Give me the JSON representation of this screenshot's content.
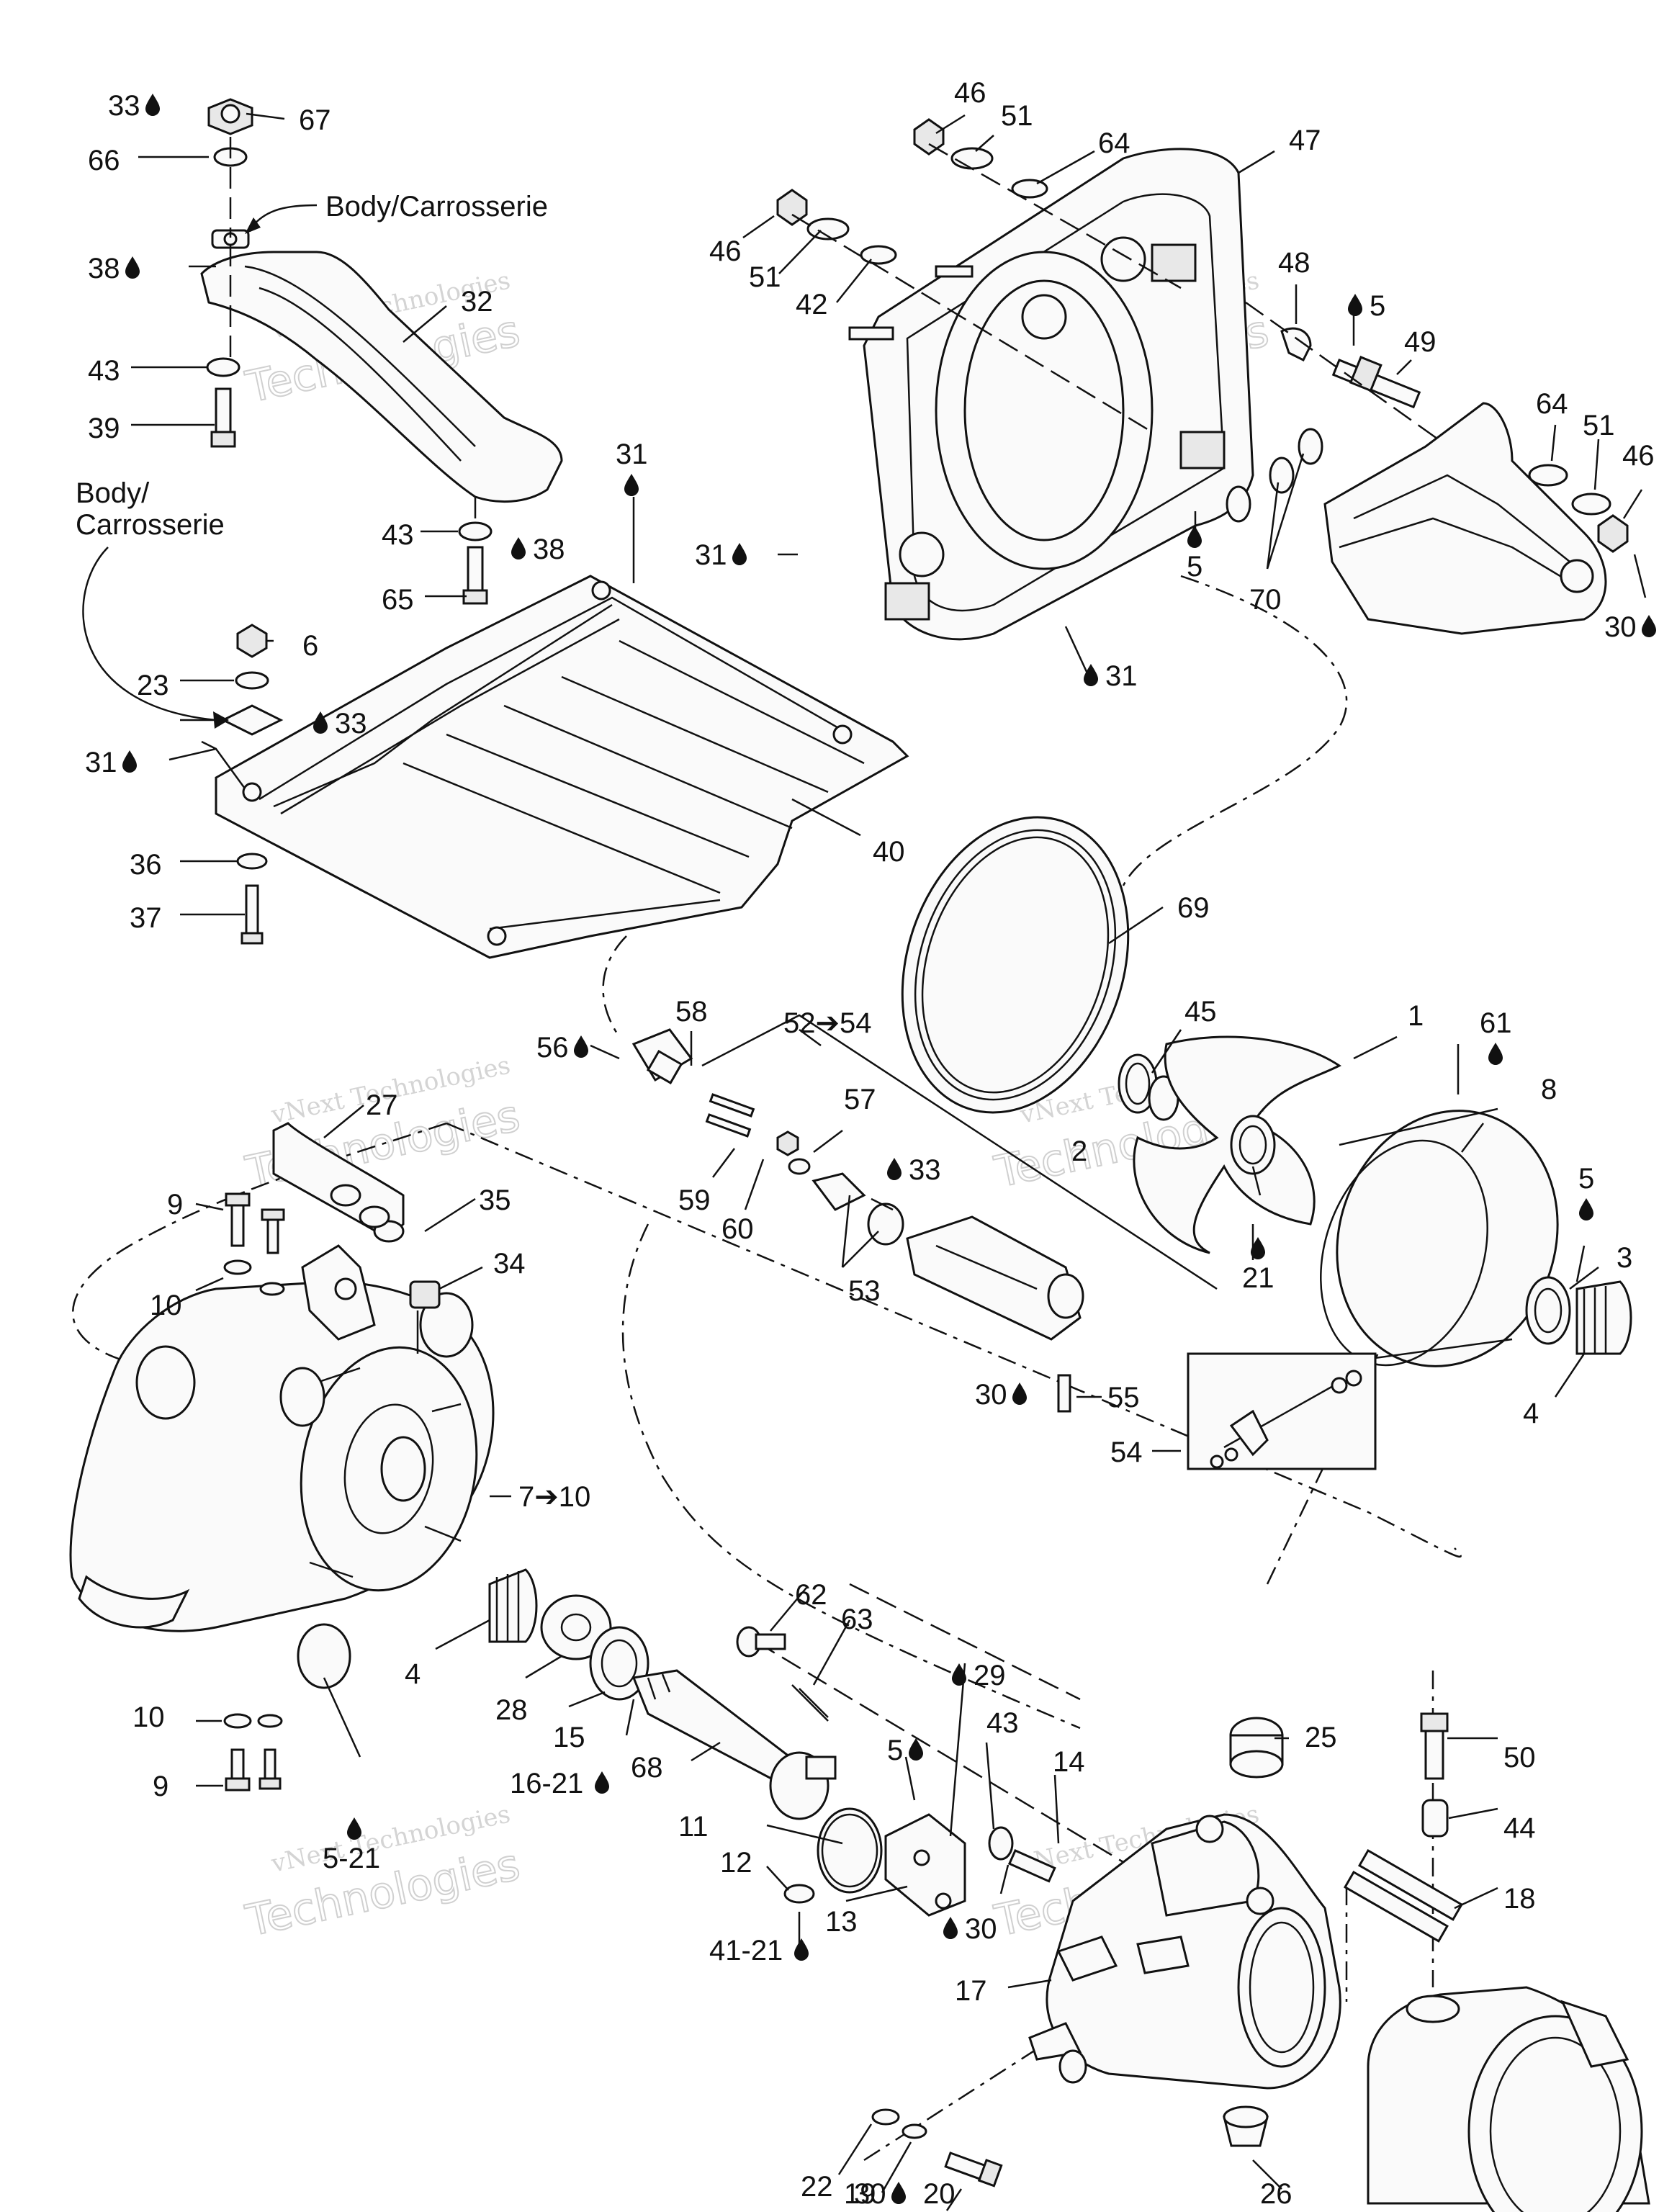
{
  "callouts": [
    {
      "id": "c33a",
      "text": "33",
      "drop": true
    },
    {
      "id": "c67",
      "text": "67",
      "drop": false
    },
    {
      "id": "c66",
      "text": "66",
      "drop": false
    },
    {
      "id": "c38a",
      "text": "38",
      "drop": true
    },
    {
      "id": "c32",
      "text": "32",
      "drop": false
    },
    {
      "id": "c43a",
      "text": "43",
      "drop": false
    },
    {
      "id": "c39",
      "text": "39",
      "drop": false
    },
    {
      "id": "c43b",
      "text": "43",
      "drop": false
    },
    {
      "id": "c38b",
      "text": "38",
      "drop": true
    },
    {
      "id": "c65",
      "text": "65",
      "drop": false
    },
    {
      "id": "c31a",
      "text": "31",
      "drop": true
    },
    {
      "id": "c6",
      "text": "6",
      "drop": false
    },
    {
      "id": "c23",
      "text": "23",
      "drop": false
    },
    {
      "id": "c33b",
      "text": "33",
      "drop": true
    },
    {
      "id": "c31b",
      "text": "31",
      "drop": true
    },
    {
      "id": "c36",
      "text": "36",
      "drop": false
    },
    {
      "id": "c37",
      "text": "37",
      "drop": false
    },
    {
      "id": "c40",
      "text": "40",
      "drop": false
    },
    {
      "id": "c46a",
      "text": "46",
      "drop": false
    },
    {
      "id": "c51a",
      "text": "51",
      "drop": false
    },
    {
      "id": "c64a",
      "text": "64",
      "drop": false
    },
    {
      "id": "c47",
      "text": "47",
      "drop": false
    },
    {
      "id": "c46b",
      "text": "46",
      "drop": false
    },
    {
      "id": "c51b",
      "text": "51",
      "drop": false
    },
    {
      "id": "c42",
      "text": "42",
      "drop": false
    },
    {
      "id": "c48",
      "text": "48",
      "drop": false
    },
    {
      "id": "c5a",
      "text": "5",
      "drop": true
    },
    {
      "id": "c49",
      "text": "49",
      "drop": false
    },
    {
      "id": "c64b",
      "text": "64",
      "drop": false
    },
    {
      "id": "c51c",
      "text": "51",
      "drop": false
    },
    {
      "id": "c46c",
      "text": "46",
      "drop": false
    },
    {
      "id": "c31c",
      "text": "31",
      "drop": true
    },
    {
      "id": "c5b",
      "text": "5",
      "drop": true
    },
    {
      "id": "c70",
      "text": "70",
      "drop": false
    },
    {
      "id": "c30a",
      "text": "30",
      "drop": true
    },
    {
      "id": "c31d",
      "text": "31",
      "drop": true
    },
    {
      "id": "c69",
      "text": "69",
      "drop": false
    },
    {
      "id": "c45",
      "text": "45",
      "drop": false
    },
    {
      "id": "c1",
      "text": "1",
      "drop": false
    },
    {
      "id": "c61",
      "text": "61",
      "drop": true
    },
    {
      "id": "c8",
      "text": "8",
      "drop": false
    },
    {
      "id": "c2",
      "text": "2",
      "drop": false
    },
    {
      "id": "c21a",
      "text": "21",
      "drop": true
    },
    {
      "id": "c5c",
      "text": "5",
      "drop": true
    },
    {
      "id": "c3",
      "text": "3",
      "drop": false
    },
    {
      "id": "c4a",
      "text": "4",
      "drop": false
    },
    {
      "id": "c56",
      "text": "56",
      "drop": true
    },
    {
      "id": "c58",
      "text": "58",
      "drop": false
    },
    {
      "id": "c5254",
      "text": "52➔54",
      "drop": false
    },
    {
      "id": "c57",
      "text": "57",
      "drop": false
    },
    {
      "id": "c33c",
      "text": "33",
      "drop": true
    },
    {
      "id": "c59",
      "text": "59",
      "drop": false
    },
    {
      "id": "c60",
      "text": "60",
      "drop": false
    },
    {
      "id": "c53",
      "text": "53",
      "drop": false
    },
    {
      "id": "c30b",
      "text": "30",
      "drop": true
    },
    {
      "id": "c55",
      "text": "55",
      "drop": false
    },
    {
      "id": "c54",
      "text": "54",
      "drop": false
    },
    {
      "id": "c27",
      "text": "27",
      "drop": false
    },
    {
      "id": "c35",
      "text": "35",
      "drop": false
    },
    {
      "id": "c9a",
      "text": "9",
      "drop": false
    },
    {
      "id": "c10a",
      "text": "10",
      "drop": false
    },
    {
      "id": "c34",
      "text": "34",
      "drop": false
    },
    {
      "id": "c710",
      "text": "7➔10",
      "drop": false
    },
    {
      "id": "c4b",
      "text": "4",
      "drop": false
    },
    {
      "id": "c28",
      "text": "28",
      "drop": false
    },
    {
      "id": "c15",
      "text": "15",
      "drop": false
    },
    {
      "id": "c1621",
      "text": "16-21",
      "drop": true
    },
    {
      "id": "c62",
      "text": "62",
      "drop": false
    },
    {
      "id": "c63",
      "text": "63",
      "drop": false
    },
    {
      "id": "c29",
      "text": "29",
      "drop": true
    },
    {
      "id": "c5d",
      "text": "5",
      "drop": true
    },
    {
      "id": "c43c",
      "text": "43",
      "drop": false
    },
    {
      "id": "c14",
      "text": "14",
      "drop": false
    },
    {
      "id": "c25",
      "text": "25",
      "drop": false
    },
    {
      "id": "c50",
      "text": "50",
      "drop": false
    },
    {
      "id": "c44",
      "text": "44",
      "drop": false
    },
    {
      "id": "c18",
      "text": "18",
      "drop": false
    },
    {
      "id": "c10b",
      "text": "10",
      "drop": false
    },
    {
      "id": "c9b",
      "text": "9",
      "drop": false
    },
    {
      "id": "c521",
      "text": "5-21",
      "drop": true
    },
    {
      "id": "c68",
      "text": "68",
      "drop": false
    },
    {
      "id": "c11",
      "text": "11",
      "drop": false
    },
    {
      "id": "c12",
      "text": "12",
      "drop": false
    },
    {
      "id": "c13",
      "text": "13",
      "drop": false
    },
    {
      "id": "c4121",
      "text": "41-21",
      "drop": true
    },
    {
      "id": "c30c",
      "text": "30",
      "drop": true
    },
    {
      "id": "c17",
      "text": "17",
      "drop": false
    },
    {
      "id": "c22",
      "text": "22",
      "drop": false
    },
    {
      "id": "c19",
      "text": "19",
      "drop": false
    },
    {
      "id": "c30d",
      "text": "30",
      "drop": true
    },
    {
      "id": "c20",
      "text": "20",
      "drop": false
    },
    {
      "id": "c26",
      "text": "26",
      "drop": false
    }
  ],
  "notes": {
    "body_top": "Body/Carrosserie",
    "body_left_1": "Body/",
    "body_left_2": "Carrosserie"
  },
  "watermark": {
    "line1": "vNext Technologies",
    "line2": "Technologies",
    "short": "vNext"
  }
}
